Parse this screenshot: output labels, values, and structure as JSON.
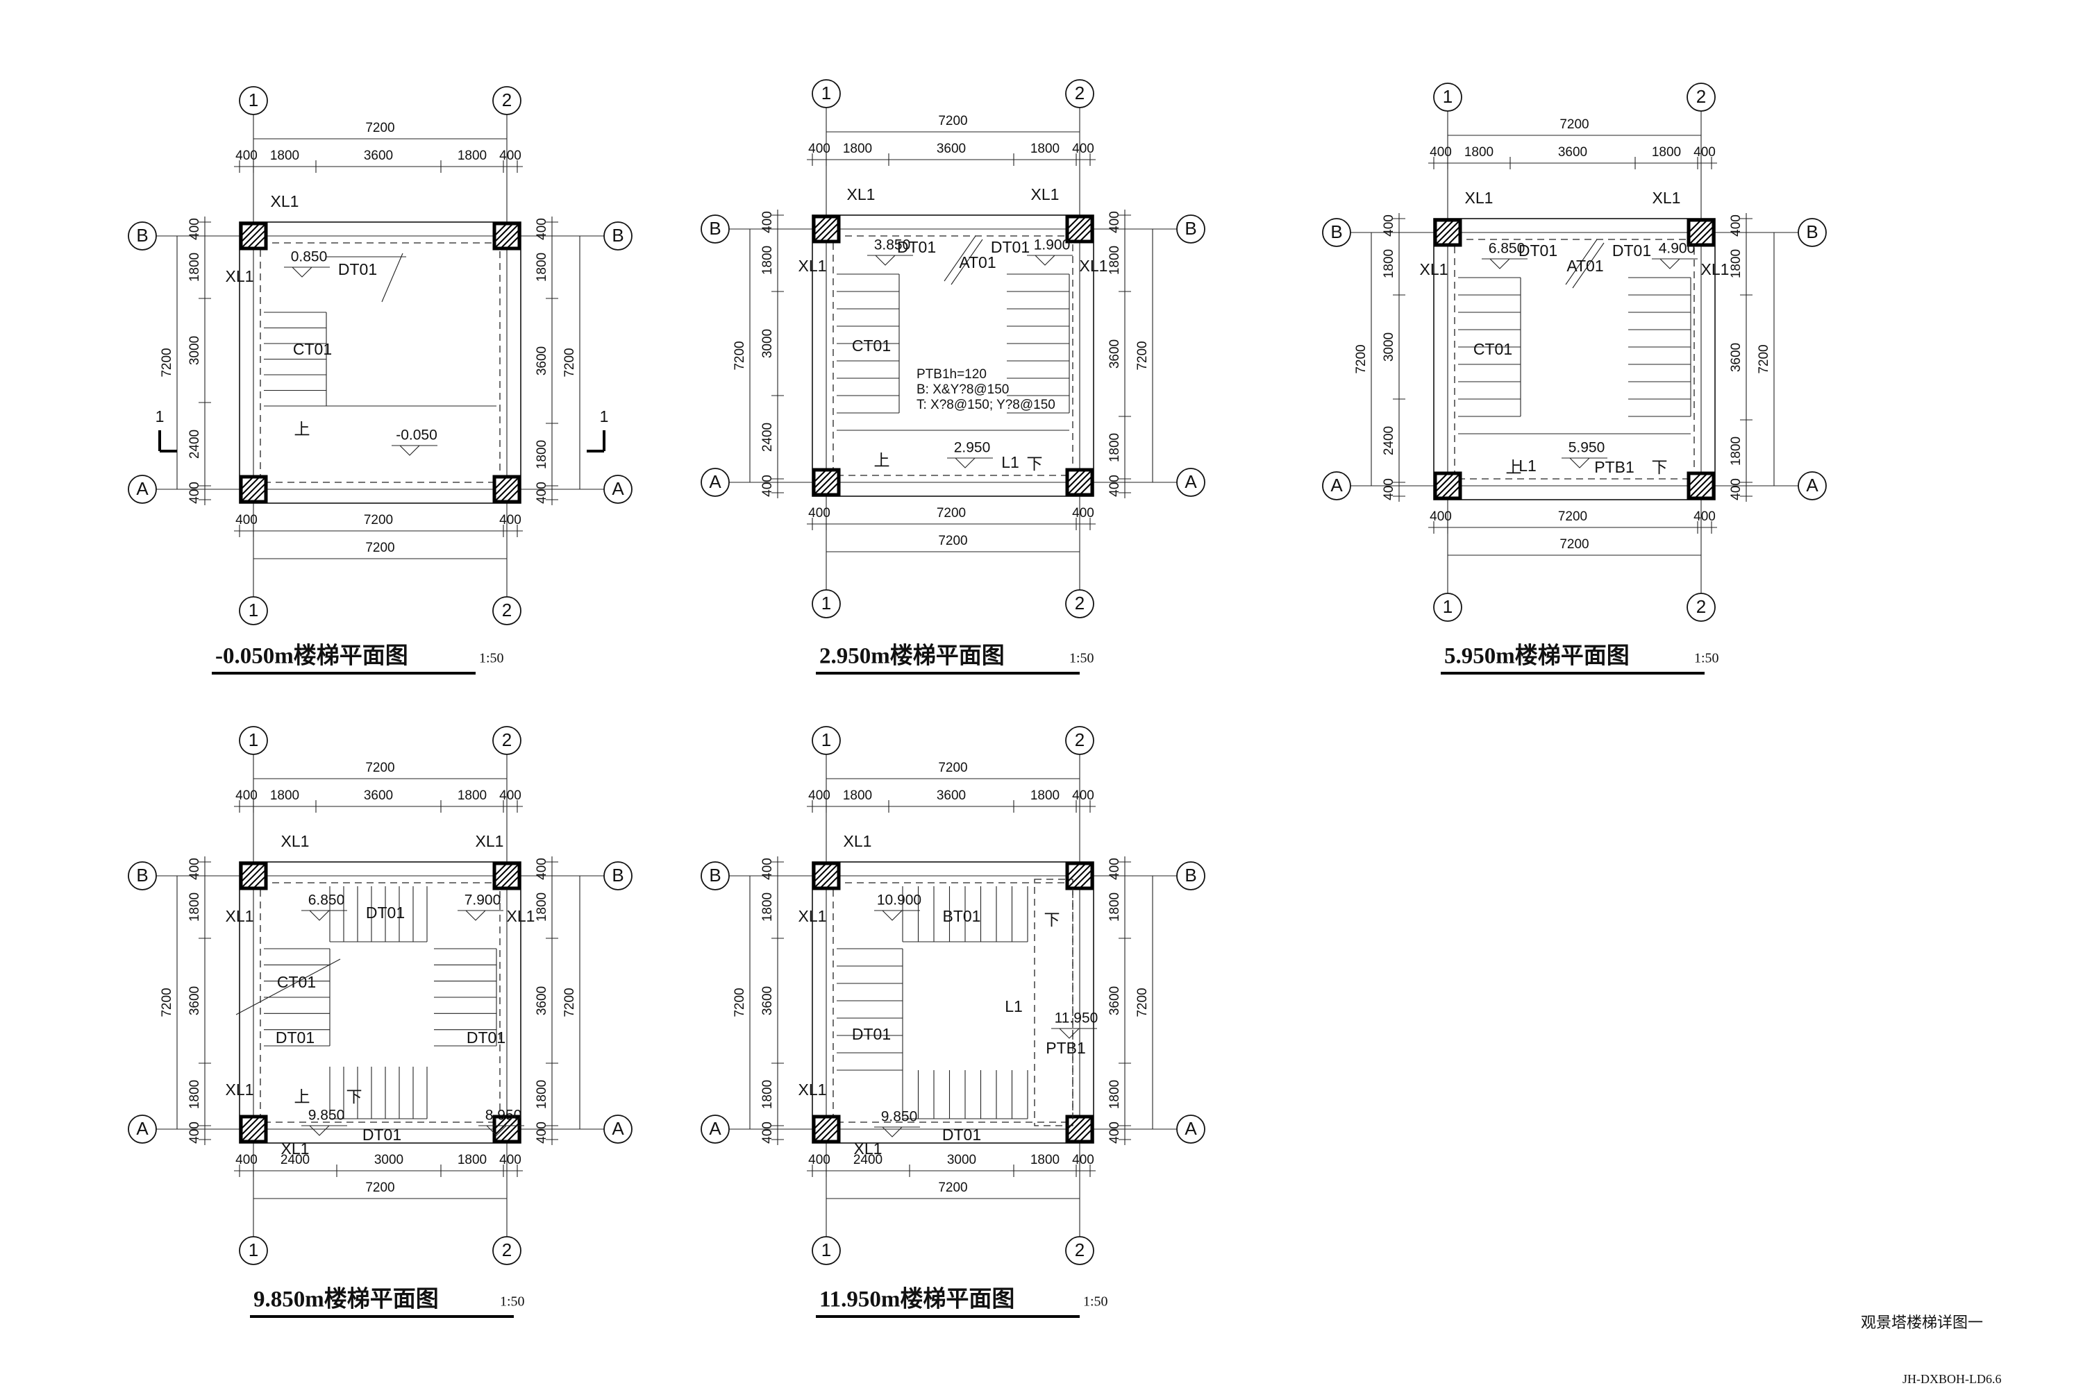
{
  "drawing_title": "观景塔楼梯详图一",
  "drawing_code": "JH-DXBOH-LD6.6",
  "plans": [
    {
      "title": "-0.050m楼梯平面图",
      "scale": "1:50",
      "axes": {
        "col_left": "1",
        "col_right": "2",
        "row_top": "B",
        "row_bottom": "A"
      },
      "dims_top": [
        "400",
        "1800",
        "3600",
        "1800",
        "400"
      ],
      "dims_top_total": "7200",
      "dims_bottom": [
        "400",
        "7200",
        "400"
      ],
      "dims_bottom_total": "7200",
      "dims_left": [
        "400",
        "1800",
        "3000",
        "2400",
        "400"
      ],
      "dims_left_total": "7200",
      "dims_right": [
        "400",
        "1800",
        "3600",
        "1800",
        "400"
      ],
      "dims_right_total": "7200",
      "section_mark": "1",
      "labels": [
        "XL1",
        "XL1",
        "DT01",
        "CT01",
        "上"
      ],
      "elevations": [
        "0.850",
        "-0.050"
      ]
    },
    {
      "title": "2.950m楼梯平面图",
      "scale": "1:50",
      "axes": {
        "col_left": "1",
        "col_right": "2",
        "row_top": "B",
        "row_bottom": "A"
      },
      "dims_top": [
        "400",
        "1800",
        "3600",
        "1800",
        "400"
      ],
      "dims_top_total": "7200",
      "dims_bottom": [
        "400",
        "7200",
        "400"
      ],
      "dims_bottom_total": "7200",
      "dims_left": [
        "400",
        "1800",
        "3000",
        "2400",
        "400"
      ],
      "dims_left_total": "7200",
      "dims_right": [
        "400",
        "1800",
        "3600",
        "1800",
        "400"
      ],
      "dims_right_total": "7200",
      "labels": [
        "XL1",
        "XL1",
        "XL1",
        "XL1",
        "DT01",
        "DT01",
        "CT01",
        "L1",
        "上",
        "下",
        "AT01"
      ],
      "elevations": [
        "3.850",
        "1.900",
        "2.950"
      ],
      "notes": [
        "PTB1h=120",
        "B: X&Y?8@150",
        "T: X?8@150; Y?8@150"
      ]
    },
    {
      "title": "5.950m楼梯平面图",
      "scale": "1:50",
      "axes": {
        "col_left": "1",
        "col_right": "2",
        "row_top": "B",
        "row_bottom": "A"
      },
      "dims_top": [
        "400",
        "1800",
        "3600",
        "1800",
        "400"
      ],
      "dims_top_total": "7200",
      "dims_bottom": [
        "400",
        "7200",
        "400"
      ],
      "dims_bottom_total": "7200",
      "dims_left": [
        "400",
        "1800",
        "3000",
        "2400",
        "400"
      ],
      "dims_left_total": "7200",
      "dims_right": [
        "400",
        "1800",
        "3600",
        "1800",
        "400"
      ],
      "dims_right_total": "7200",
      "labels": [
        "XL1",
        "XL1",
        "XL1",
        "XL1",
        "DT01",
        "DT01",
        "CT01",
        "L1",
        "PTB1",
        "上",
        "下",
        "AT01"
      ],
      "elevations": [
        "6.850",
        "4.900",
        "5.950"
      ]
    },
    {
      "title": "9.850m楼梯平面图",
      "scale": "1:50",
      "axes": {
        "col_left": "1",
        "col_right": "2",
        "row_top": "B",
        "row_bottom": "A"
      },
      "dims_top": [
        "400",
        "1800",
        "3600",
        "1800",
        "400"
      ],
      "dims_top_total": "7200",
      "dims_bottom": [
        "400",
        "2400",
        "3000",
        "1800",
        "400"
      ],
      "dims_bottom_total": "7200",
      "dims_left": [
        "400",
        "1800",
        "3600",
        "1800",
        "400"
      ],
      "dims_left_total": "7200",
      "dims_right": [
        "400",
        "1800",
        "3600",
        "1800",
        "400"
      ],
      "dims_right_total": "7200",
      "labels": [
        "XL1",
        "XL1",
        "XL1",
        "XL1",
        "XL1",
        "XL1",
        "DT01",
        "DT01",
        "DT01",
        "DT01",
        "CT01",
        "上",
        "下"
      ],
      "elevations": [
        "6.850",
        "7.900",
        "9.850",
        "8.950"
      ]
    },
    {
      "title": "11.950m楼梯平面图",
      "scale": "1:50",
      "axes": {
        "col_left": "1",
        "col_right": "2",
        "row_top": "B",
        "row_bottom": "A"
      },
      "dims_top": [
        "400",
        "1800",
        "3600",
        "1800",
        "400"
      ],
      "dims_top_total": "7200",
      "dims_bottom": [
        "400",
        "2400",
        "3000",
        "1800",
        "400"
      ],
      "dims_bottom_total": "7200",
      "dims_left": [
        "400",
        "1800",
        "3600",
        "1800",
        "400"
      ],
      "dims_left_total": "7200",
      "dims_right": [
        "400",
        "1800",
        "3600",
        "1800",
        "400"
      ],
      "dims_right_total": "7200",
      "labels": [
        "XL1",
        "XL1",
        "XL1",
        "XL1",
        "BT01",
        "DT01",
        "DT01",
        "L1",
        "PTB1",
        "下"
      ],
      "elevations": [
        "10.900",
        "11.950",
        "9.850"
      ]
    }
  ]
}
